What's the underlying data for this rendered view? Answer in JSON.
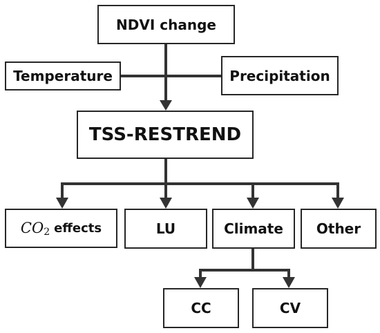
{
  "diagram": {
    "nodes": {
      "ndvi": "NDVI change",
      "temperature": "Temperature",
      "precipitation": "Precipitation",
      "tss": "TSS-RESTREND",
      "co2_symbol": "CO",
      "co2_subscript": "2",
      "co2_word": "effects",
      "lu": "LU",
      "climate": "Climate",
      "other": "Other",
      "cc": "CC",
      "cv": "CV"
    },
    "colors": {
      "line": "#333333",
      "border": "#262626",
      "text": "#111111"
    }
  }
}
